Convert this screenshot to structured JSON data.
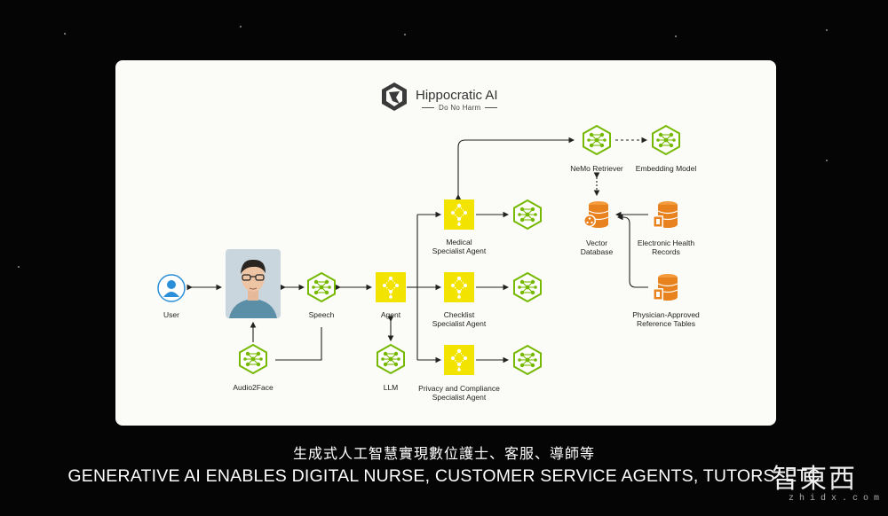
{
  "brand": {
    "name": "Hippocratic AI",
    "tagline": "Do No Harm"
  },
  "nodes": {
    "user": "User",
    "speech": "Speech",
    "agent": "Agent",
    "llm": "LLM",
    "audio2face": "Audio2Face",
    "medical": [
      "Medical",
      "Specialist Agent"
    ],
    "checklist": [
      "Checklist",
      "Specialist Agent"
    ],
    "privacy": [
      "Privacy and Compliance",
      "Specialist Agent"
    ],
    "nemo": "NeMo Retriever",
    "embedding": "Embedding Model",
    "vector": [
      "Vector",
      "Database"
    ],
    "ehr": [
      "Electronic Health",
      "Records"
    ],
    "physician": [
      "Physician-Approved",
      "Reference Tables"
    ]
  },
  "subtitle": {
    "zh": "生成式人工智慧實現數位護士、客服、導師等",
    "en": "GENERATIVE AI ENABLES DIGITAL NURSE, CUSTOMER SERVICE AGENTS, TUTORS, ETC"
  },
  "watermark": {
    "text": "智東西",
    "sub": "zhidx.com"
  },
  "colors": {
    "nvidia_green": "#76b900",
    "agent_yellow": "#f2e300",
    "database_orange": "#e8821e",
    "user_blue": "#2a8fd8"
  }
}
